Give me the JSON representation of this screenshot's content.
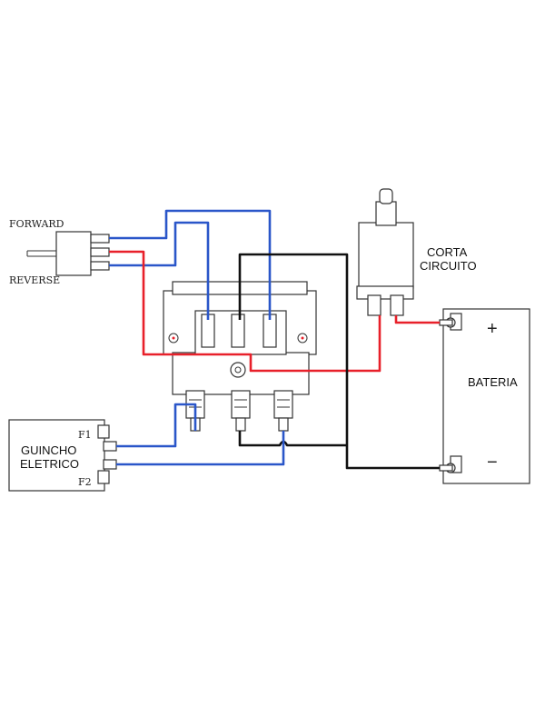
{
  "labels": {
    "forward": "FORWARD",
    "reverse": "REVERSE",
    "corta": "CORTA",
    "circuito": "CIRCUITO",
    "bateria": "BATERIA",
    "plus": "+",
    "minus": "−",
    "guincho": "GUINCHO",
    "eletrico": "ELETRICO",
    "f1": "F1",
    "f2": "F2"
  },
  "colors": {
    "blue_wire": "#2a56c9",
    "red_wire": "#e8202a",
    "black_wire": "#111111"
  }
}
